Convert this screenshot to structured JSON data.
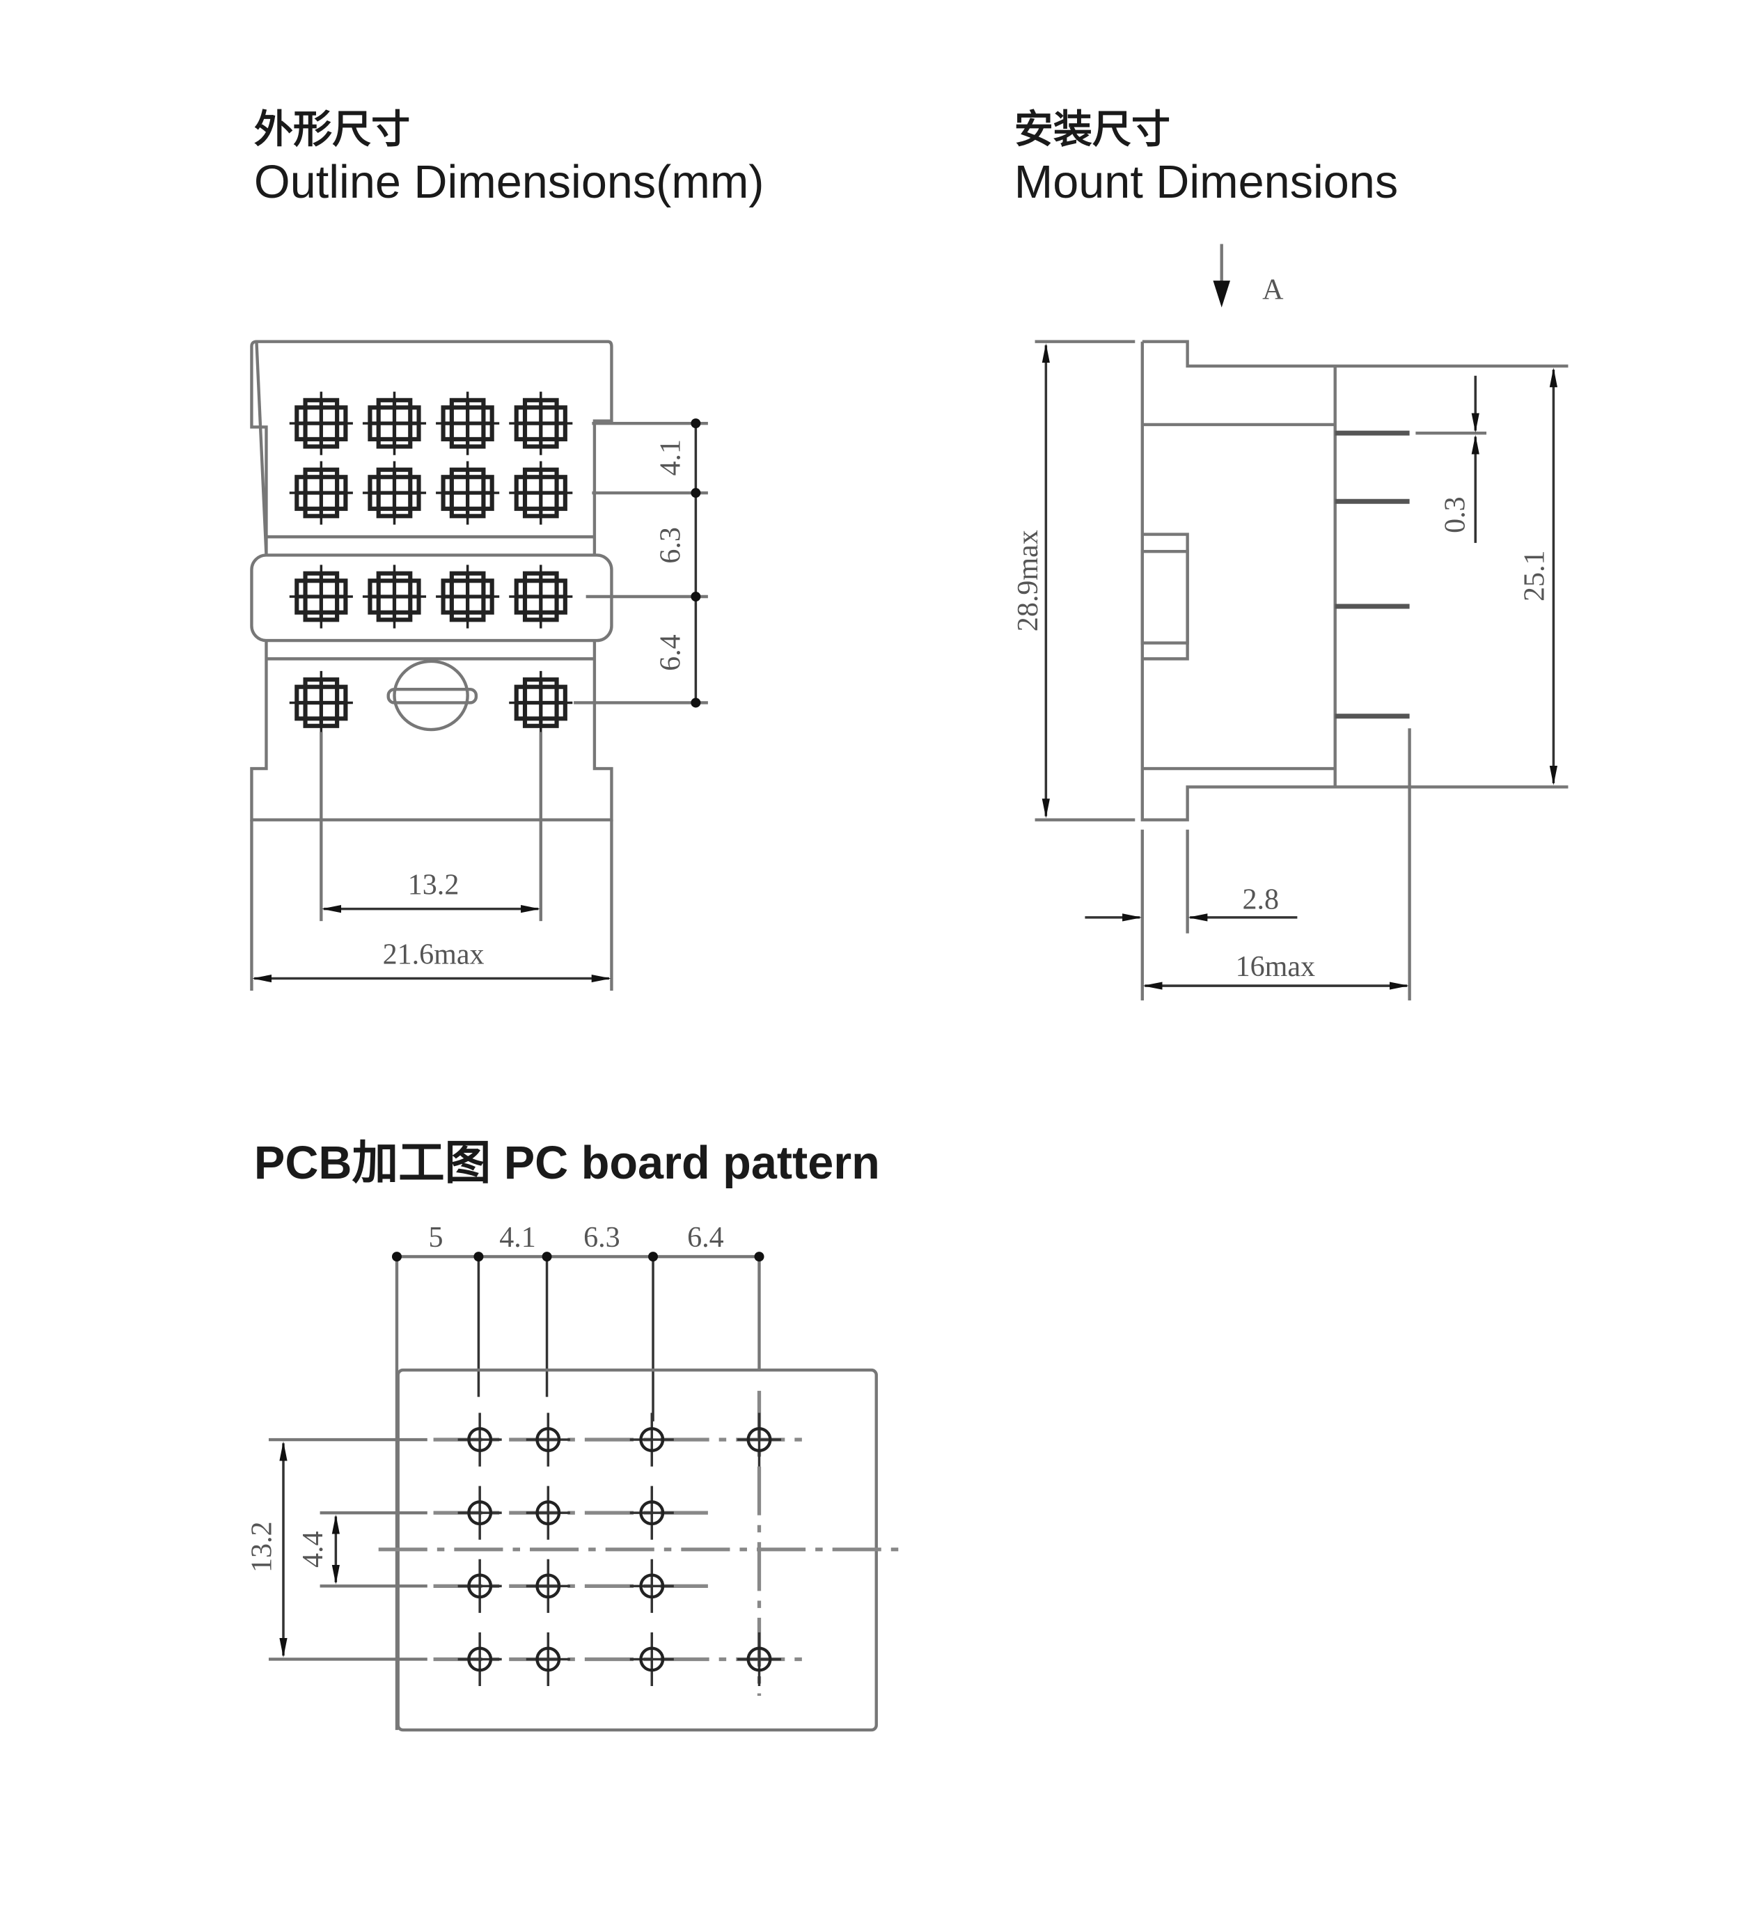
{
  "outline": {
    "title_cn": "外形尺寸",
    "title_en": "Outline Dimensions(mm)",
    "dims": {
      "d1": "4.1",
      "d2": "6.3",
      "d3": "6.4",
      "pitch": "13.2",
      "width": "21.6max"
    }
  },
  "mount": {
    "title_cn": "安装尺寸",
    "title_en": "Mount Dimensions",
    "view_label": "A",
    "dims": {
      "height": "28.9max",
      "pin_height": "25.1",
      "pin_thick": "0.3",
      "flange": "2.8",
      "depth": "16max"
    }
  },
  "pcb": {
    "title": "PCB加工图 PC board pattern",
    "dims": {
      "d0": "5",
      "d1": "4.1",
      "d2": "6.3",
      "d3": "6.4",
      "pitch": "13.2",
      "inner": "4.4"
    }
  },
  "colors": {
    "line": "#777777",
    "text": "#1a1a1a"
  }
}
